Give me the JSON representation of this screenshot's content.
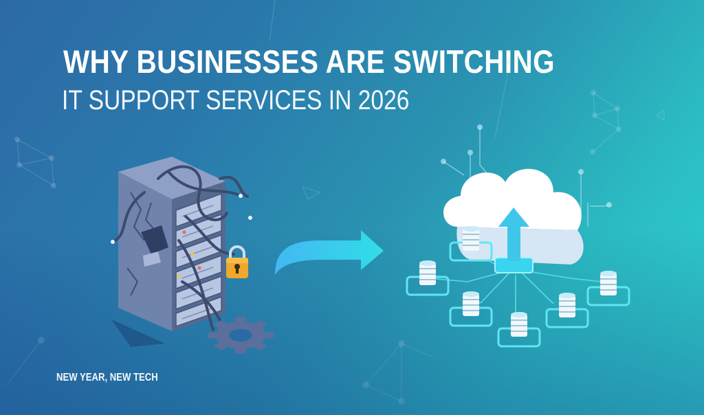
{
  "headline": {
    "title": "WHY BUSINESSES ARE SWITCHING",
    "subtitle": "IT SUPPORT SERVICES IN 2026"
  },
  "footer": {
    "tagline": "NEW YEAR, NEW TECH"
  },
  "illustrations": {
    "left": "broken-server-rack-icon",
    "left_accessories": [
      "padlock-icon",
      "gear-icon",
      "tangled-cables"
    ],
    "middle": "curved-arrow-right-icon",
    "right": "cloud-upload-icon",
    "right_accessories": [
      "database-node-icon",
      "database-node-icon",
      "database-node-icon",
      "database-node-icon",
      "database-node-icon",
      "database-node-icon"
    ]
  },
  "colors": {
    "background_start": "#2c6aa6",
    "background_end": "#2fd2cd",
    "text": "#ffffff",
    "accent_arrow": "#3ec6ee",
    "lock": "#f0a72a",
    "server": "#6f83ad",
    "cloud": "#eef5fb"
  }
}
